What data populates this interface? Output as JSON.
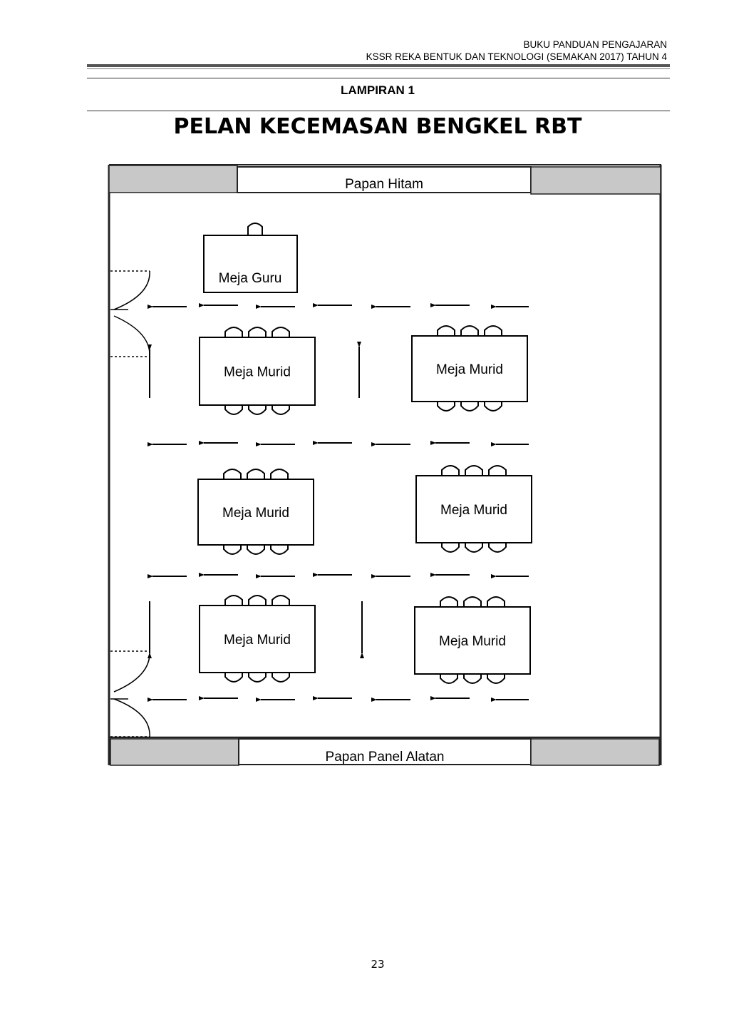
{
  "header": {
    "line1": "BUKU PANDUAN PENGAJARAN",
    "line2": "KSSR REKA BENTUK DAN TEKNOLOGI (SEMAKAN 2017) TAHUN 4"
  },
  "appendix_label": "LAMPIRAN 1",
  "title": "PELAN KECEMASAN BENGKEL RBT",
  "plan": {
    "top_board": "Papan Hitam",
    "bottom_board": "Papan Panel Alatan",
    "teacher_desk": "Meja Guru",
    "student_desks": [
      "Meja Murid",
      "Meja Murid",
      "Meja Murid",
      "Meja Murid",
      "Meja Murid",
      "Meja Murid"
    ]
  },
  "page_number": "23"
}
